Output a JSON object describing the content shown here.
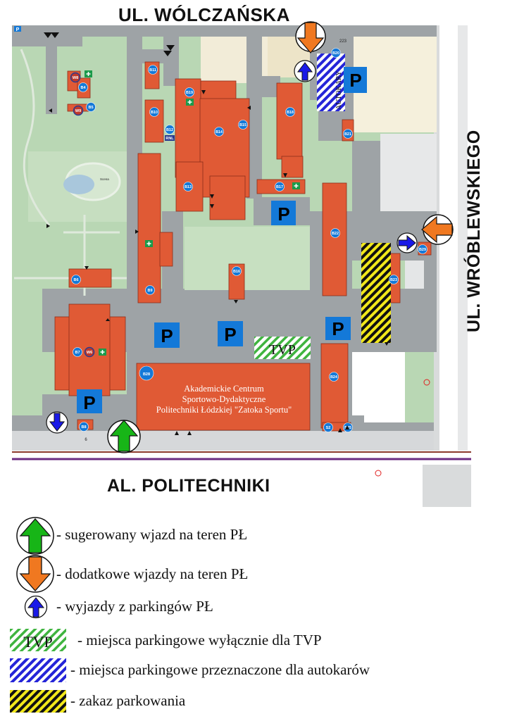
{
  "streets": {
    "top": "UL. WÓLCZAŃSKA",
    "bottom": "AL. POLITECHNIKI",
    "right": "UL. WRÓBLEWSKIEGO"
  },
  "map": {
    "parking_label": "P",
    "tvp_label": "TVP",
    "bus_label": "AUTOKARY",
    "scena_label": "Scena",
    "centre_lines": [
      "Akademickie Centrum",
      "Sportowo-Dydaktyczne",
      "Politechniki Łódzkiej \"Zatoka Sportu\""
    ],
    "numbers": [
      "223",
      "6"
    ],
    "buildings": {
      "b4": "B4",
      "b5": "B5",
      "w8": "W8",
      "w9": "W9",
      "b11": "B11",
      "b19": "B19",
      "b10": "B10",
      "b12": "B12",
      "rnl": "RNL",
      "b14": "B14",
      "b15": "B15",
      "b18": "B18",
      "b20": "B20",
      "b21": "B21",
      "b13": "B13",
      "b17": "B17",
      "b22": "B22",
      "b29": "B29",
      "b9": "B9",
      "b6": "B6",
      "b16": "B16",
      "b23": "B23",
      "b7": "B7",
      "w6": "W6",
      "b28": "B28",
      "b24": "B24",
      "b8": "B8",
      "s2": "S2",
      "b25": "B25"
    },
    "colors": {
      "building": "#e05a35",
      "road": "#9ea3a6",
      "green": "#b9d7b4",
      "parking": "#1479d8",
      "suggested_entry": "#17b517",
      "additional_entry": "#f07820",
      "exit": "#1a1ae8"
    }
  },
  "legend": [
    {
      "icon": "green-arrow-up-icon",
      "text": "- sugerowany wjazd na teren PŁ"
    },
    {
      "icon": "orange-arrow-down-icon",
      "text": "- dodatkowe wjazdy na teren PŁ"
    },
    {
      "icon": "blue-arrow-up-icon",
      "text": "- wyjazdy z parkingów PŁ"
    },
    {
      "icon": "tvp-hatch-icon",
      "text": "- miejsca parkingowe wyłącznie dla TVP",
      "swatch_label": "TVP"
    },
    {
      "icon": "blue-hatch-icon",
      "text": "- miejsca parkingowe przeznaczone dla autokarów"
    },
    {
      "icon": "yellow-hatch-icon",
      "text": "- zakaz parkowania"
    }
  ]
}
